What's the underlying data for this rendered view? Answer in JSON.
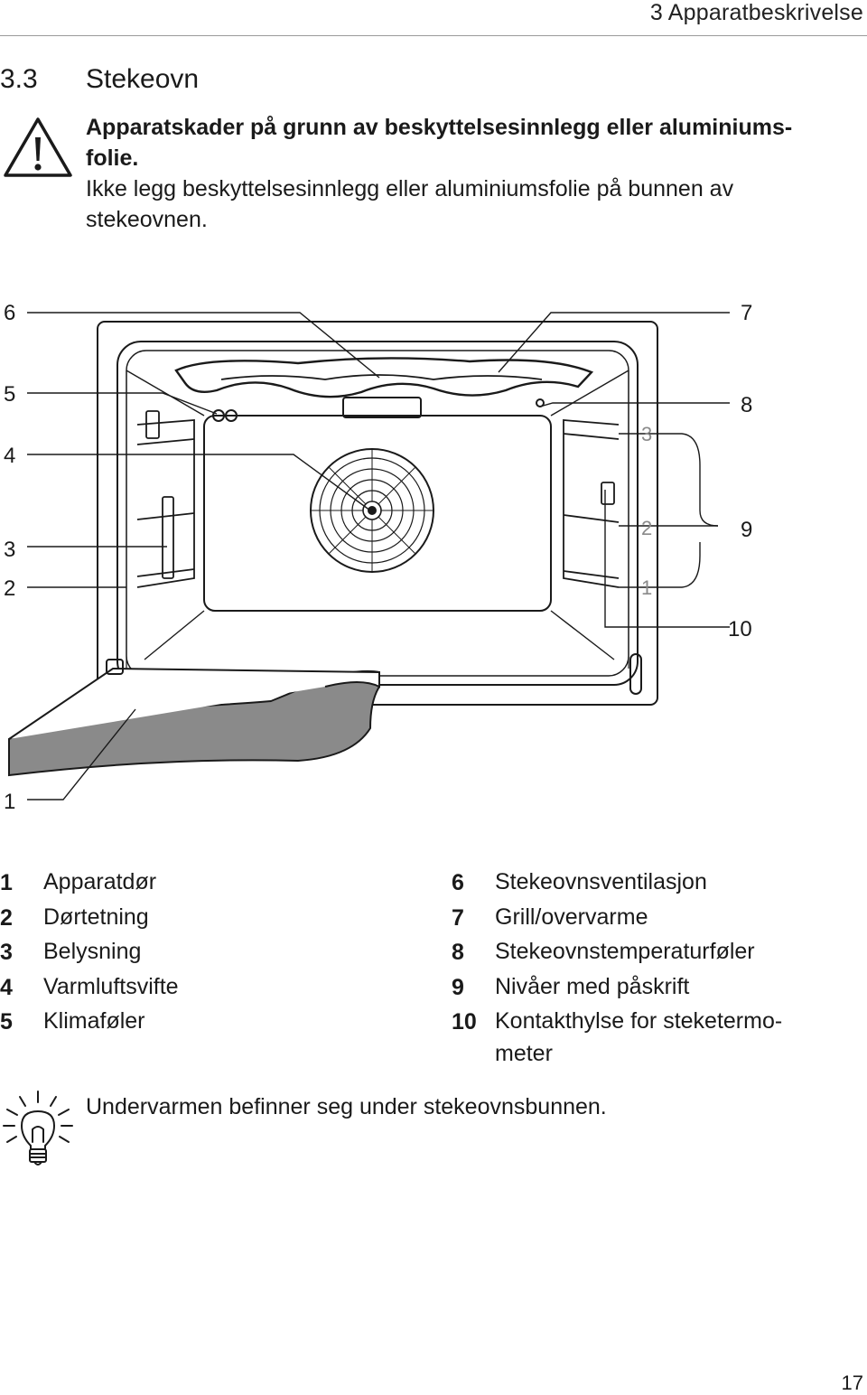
{
  "header": {
    "text": "3   Apparatbeskrivelse"
  },
  "section": {
    "number": "3.3",
    "title": "Stekeovn"
  },
  "warning": {
    "icon": "warning-triangle-icon",
    "bold_lines": [
      "Apparatskader på grunn av beskyttelsesinnlegg eller aluminiums-",
      "folie."
    ],
    "normal_lines": [
      "Ikke legg beskyttelsesinnlegg eller aluminiumsfolie på bunnen av",
      "stekeovnen."
    ]
  },
  "diagram": {
    "callouts_left": [
      "6",
      "5",
      "4",
      "3",
      "2",
      "1"
    ],
    "callouts_right": [
      "7",
      "8",
      "9",
      "10"
    ],
    "shelf_levels": [
      "3",
      "2",
      "1"
    ]
  },
  "legend": {
    "left": [
      {
        "num": "1",
        "text": "Apparatdør"
      },
      {
        "num": "2",
        "text": "Dørtetning"
      },
      {
        "num": "3",
        "text": "Belysning"
      },
      {
        "num": "4",
        "text": "Varmluftsvifte"
      },
      {
        "num": "5",
        "text": "Klimaføler"
      }
    ],
    "right": [
      {
        "num": "6",
        "text": "Stekeovnsventilasjon"
      },
      {
        "num": "7",
        "text": "Grill/overvarme"
      },
      {
        "num": "8",
        "text": "Stekeovnstemperaturføler"
      },
      {
        "num": "9",
        "text": "Nivåer med påskrift"
      },
      {
        "num": "10",
        "text": "Kontakthylse for steketermo-\nmeter"
      }
    ]
  },
  "tip": {
    "icon": "lightbulb-icon",
    "text": "Undervarmen befinner seg under stekeovnsbunnen."
  },
  "page_number": "17"
}
